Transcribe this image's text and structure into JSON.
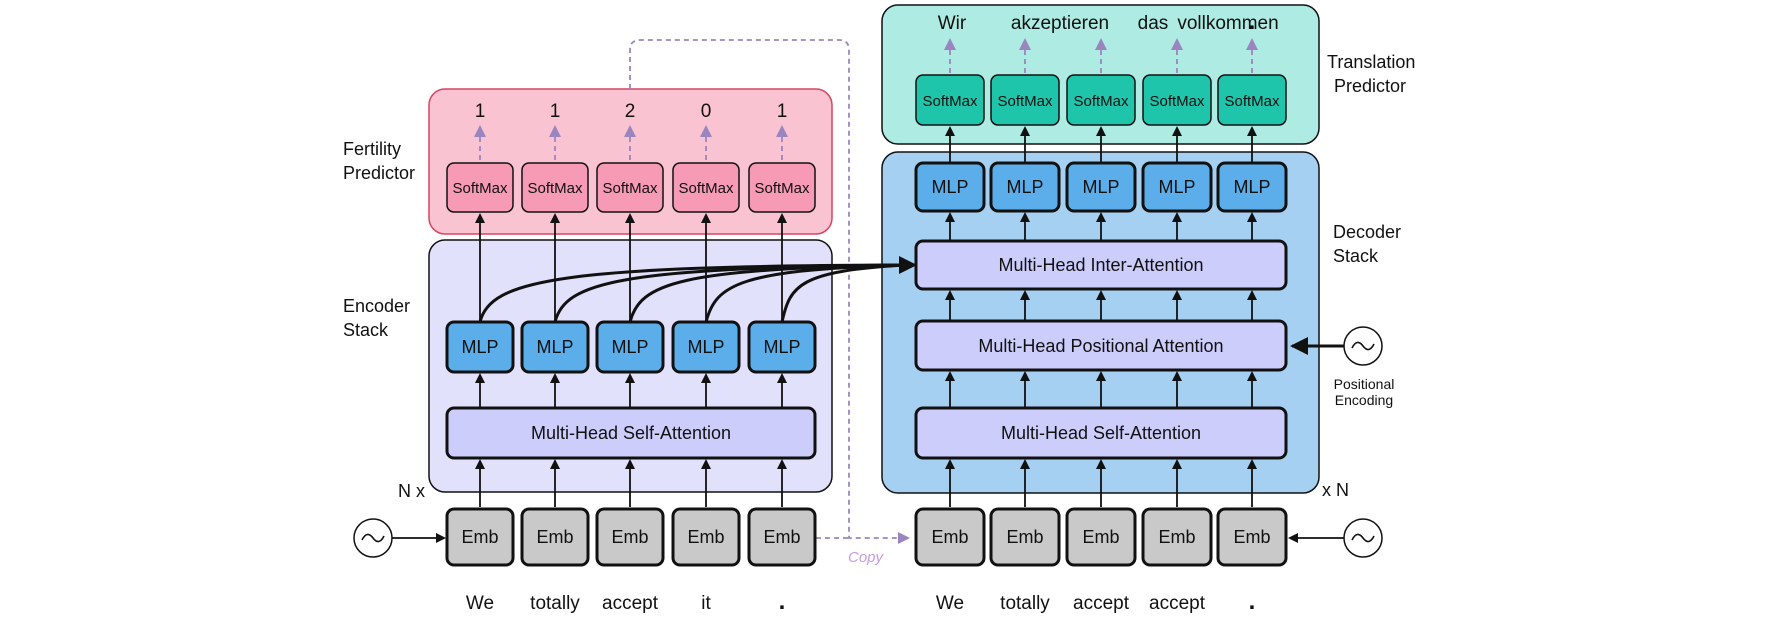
{
  "colors": {
    "fertility_panel": "#f9c3d2",
    "fertility_border": "#d9445e",
    "encoder_panel": "#e2e1fb",
    "decoder_panel": "#a6d0f1",
    "translation_panel": "#aeece3",
    "mlp": "#5baee9",
    "attention": "#cccdfb",
    "softmax_pink": "#f69ab5",
    "softmax_teal": "#1fc5ab",
    "emb": "#c9c9c9",
    "dashed_arrow": "#9b85bf",
    "copy_text": "#c79be0"
  },
  "labels": {
    "fertility_line1": "Fertility",
    "fertility_line2": "Predictor",
    "encoder_line1": "Encoder",
    "encoder_line2": "Stack",
    "translation_line1": "Translation",
    "translation_line2": "Predictor",
    "decoder_line1": "Decoder",
    "decoder_line2": "Stack",
    "positional_line1": "Positional",
    "positional_line2": "Encoding",
    "n_left": "N x",
    "n_right": "x N",
    "copy": "Copy"
  },
  "encoder": {
    "fertilities": [
      "1",
      "1",
      "2",
      "0",
      "1"
    ],
    "softmax": "SoftMax",
    "mlp": "MLP",
    "self_attention": "Multi-Head Self-Attention",
    "emb": "Emb",
    "inputs": [
      "We",
      "totally",
      "accept",
      "it",
      "."
    ]
  },
  "decoder": {
    "outputs": [
      "Wir",
      "akzeptieren",
      "das",
      "vollkommen",
      "."
    ],
    "softmax": "SoftMax",
    "mlp": "MLP",
    "inter_attention": "Multi-Head Inter-Attention",
    "positional_attention": "Multi-Head Positional Attention",
    "self_attention": "Multi-Head Self-Attention",
    "emb": "Emb",
    "inputs": [
      "We",
      "totally",
      "accept",
      "accept",
      "."
    ]
  },
  "icons": {
    "positional_encoding": "sine-wave-icon"
  }
}
